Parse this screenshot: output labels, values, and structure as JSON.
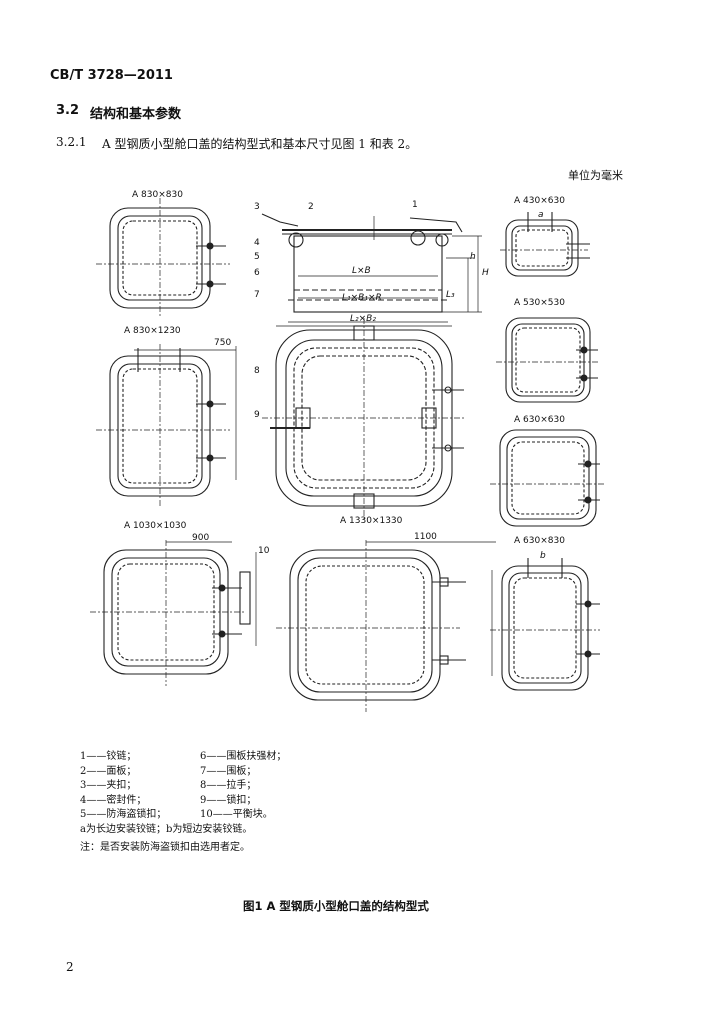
{
  "header": {
    "standard": "CB/T 3728—2011"
  },
  "section": {
    "number": "3.2",
    "title": "结构和基本参数",
    "sub_number": "3.2.1",
    "sub_text": "A 型钢质小型舱口盖的结构型式和基本尺寸见图 1 和表 2。"
  },
  "unit_note": "单位为毫米",
  "figure": {
    "labels": {
      "a830x830": "A  830×830",
      "a830x1230": "A  830×1230",
      "a1030x1030": "A  1030×1030",
      "a1330x1330": "A  1330×1330",
      "a430x630": "A  430×630",
      "a530x530": "A  530×530",
      "a630x630": "A  630×630",
      "a630x830": "A  630×830"
    },
    "dims": {
      "d750": "750",
      "d900": "900",
      "d1100": "1100",
      "d10": "10",
      "lxb": "L×B",
      "l1b1h": "L₁×B₁×R",
      "l2b2": "L₂×B₂",
      "l3": "L₃",
      "h": "H",
      "h1": "h",
      "a": "a",
      "b": "b"
    },
    "callouts": [
      "1",
      "2",
      "3",
      "4",
      "5",
      "6",
      "7",
      "8",
      "9"
    ]
  },
  "legend": {
    "left": [
      "1——铰链；",
      "2——面板；",
      "3——夹扣；",
      "4——密封件；",
      "5——防海盗锁扣；"
    ],
    "right": [
      "6——围板扶强材；",
      "7——围板；",
      "8——拉手；",
      "9——锁扣；",
      "10——平衡块。"
    ],
    "note_ab": "a为长边安装铰链；b为短边安装铰链。",
    "note": "注：是否安装防海盗锁扣由选用者定。"
  },
  "caption": "图1   A 型钢质小型舱口盖的结构型式",
  "page_number": "2"
}
